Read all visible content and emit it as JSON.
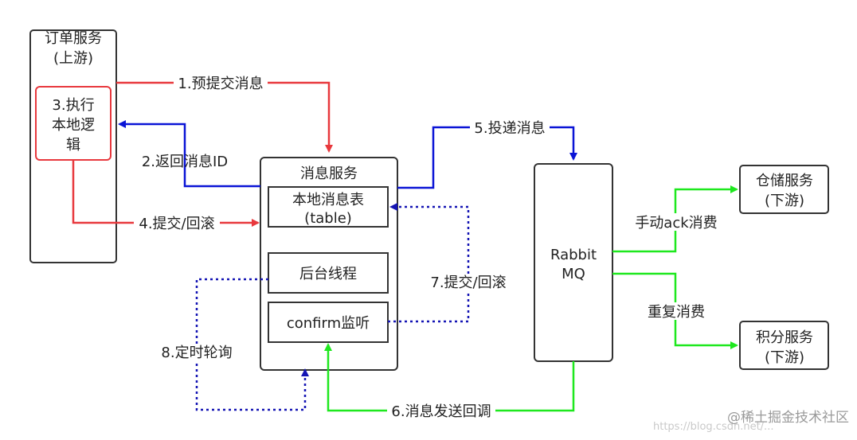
{
  "boxes": {
    "order_service": {
      "line1": "订单服务",
      "line2": "(上游)"
    },
    "local_logic": {
      "line1": "3.执行",
      "line2": "本地逻",
      "line3": "辑"
    },
    "message_service": {
      "title": "消息服务"
    },
    "local_table": {
      "line1": "本地消息表",
      "line2": "(table)"
    },
    "backend_thread": {
      "label": "后台线程"
    },
    "confirm_listener": {
      "label": "confirm监听"
    },
    "rabbitmq": {
      "line1": "Rabbit",
      "line2": "MQ"
    },
    "warehouse_service": {
      "line1": "仓储服务",
      "line2": "(下游)"
    },
    "points_service": {
      "line1": "积分服务",
      "line2": "(下游)"
    }
  },
  "edges": {
    "e1": "1.预提交消息",
    "e2": "2.返回消息ID",
    "e4": "4.提交/回滚",
    "e5": "5.投递消息",
    "e6": "6.消息发送回调",
    "e7": "7.提交/回滚",
    "e8": "8.定时轮询",
    "manual_ack": "手动ack消费",
    "repeat": "重复消费"
  },
  "colors": {
    "red": "#e8383d",
    "blue": "#0a14d6",
    "green": "#1ee81e",
    "dark_blue_dotted": "#1414b4",
    "box_border": "#333333"
  },
  "watermark": {
    "text": "@稀土掘金技术社区",
    "faint": "https://blog.csdn.net/..."
  }
}
